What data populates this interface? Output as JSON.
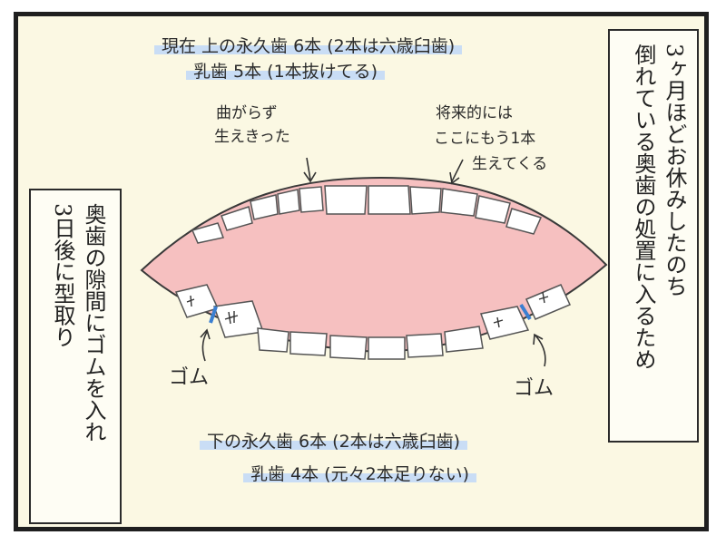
{
  "top_note": {
    "line1": "現在 上の永久歯 6本 (2本は六歳臼歯)",
    "line2": "乳歯 5本 (1本抜けてる)"
  },
  "bottom_note": {
    "line1": "下の永久歯 6本 (2本は六歳臼歯)",
    "line2": "乳歯 4本 (元々2本足りない)"
  },
  "annotations": {
    "straight": [
      "曲がらず",
      "生えきった"
    ],
    "future": [
      "将来的には",
      "ここにもう1本",
      "生えてくる"
    ],
    "rubber_left": "ゴム",
    "rubber_right": "ゴム"
  },
  "right_box": {
    "col1": "3ヶ月ほどお休みしたのち",
    "col2": "倒れている奥歯の処置に入るため"
  },
  "left_box": {
    "col1": "奥歯の隙間にゴムを入れ",
    "col2": "3日後に型取り"
  },
  "colors": {
    "gum": "#f6c0c0",
    "tooth": "#ffffff",
    "rubber_band": "#3b7fd1",
    "highlight": "#c9ddf5",
    "panel_bg": "#fbf8e3"
  }
}
